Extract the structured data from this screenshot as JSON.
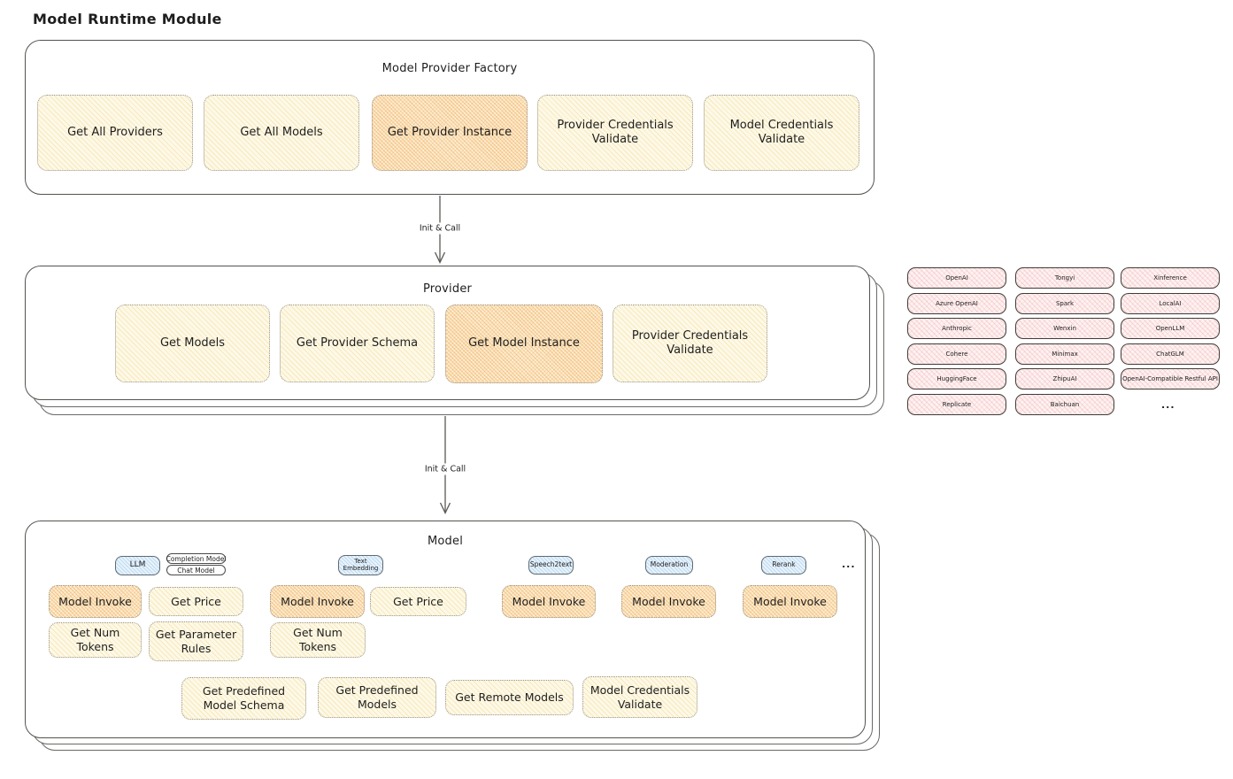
{
  "title": "Model Runtime Module",
  "colors": {
    "ink": "#1e1e1e",
    "yellow_fill": "#fff9db",
    "orange_highlight_fill": "#ffd8a8",
    "pink_fill": "#ffc9c9",
    "blue_fill": "#a5d8ff"
  },
  "arrows": [
    {
      "label": "Init & Call"
    },
    {
      "label": "Init & Call"
    }
  ],
  "factory": {
    "title": "Model Provider Factory",
    "items": [
      {
        "label": "Get All Providers",
        "highlight": false
      },
      {
        "label": "Get All Models",
        "highlight": false
      },
      {
        "label": "Get Provider Instance",
        "highlight": true
      },
      {
        "label": "Provider Credentials Validate",
        "highlight": false
      },
      {
        "label": "Model Credentials Validate",
        "highlight": false
      }
    ]
  },
  "provider": {
    "title": "Provider",
    "items": [
      {
        "label": "Get Models",
        "highlight": false
      },
      {
        "label": "Get Provider Schema",
        "highlight": false
      },
      {
        "label": "Get Model Instance",
        "highlight": true
      },
      {
        "label": "Provider Credentials Validate",
        "highlight": false
      }
    ]
  },
  "providers_list": {
    "cells": [
      "OpenAI",
      "Tongyi",
      "Xinference",
      "Azure OpenAI",
      "Spark",
      "LocalAI",
      "Anthropic",
      "Wenxin",
      "OpenLLM",
      "Cohere",
      "Minimax",
      "ChatGLM",
      "HuggingFace",
      "ZhipuAI",
      "OpenAI-Compatible Restful API",
      "Replicate",
      "Baichuan"
    ],
    "more_label": "..."
  },
  "model": {
    "title": "Model",
    "more_label": "...",
    "groups": [
      {
        "type_label": "LLM",
        "tags": [
          "Completion Model",
          "Chat Model"
        ],
        "functions": [
          {
            "label": "Model Invoke",
            "highlight": true
          },
          {
            "label": "Get Price",
            "highlight": false
          },
          {
            "label": "Get Num Tokens",
            "highlight": false
          },
          {
            "label": "Get Parameter Rules",
            "highlight": false
          }
        ]
      },
      {
        "type_label": "Text Embedding",
        "functions": [
          {
            "label": "Model Invoke",
            "highlight": true
          },
          {
            "label": "Get Price",
            "highlight": false
          },
          {
            "label": "Get Num Tokens",
            "highlight": false
          }
        ]
      },
      {
        "type_label": "Speech2text",
        "functions": [
          {
            "label": "Model Invoke",
            "highlight": true
          }
        ]
      },
      {
        "type_label": "Moderation",
        "functions": [
          {
            "label": "Model Invoke",
            "highlight": true
          }
        ]
      },
      {
        "type_label": "Rerank",
        "functions": [
          {
            "label": "Model Invoke",
            "highlight": true
          }
        ]
      }
    ],
    "bottom_functions": [
      "Get Predefined Model Schema",
      "Get Predefined Models",
      "Get Remote Models",
      "Model Credentials Validate"
    ]
  }
}
